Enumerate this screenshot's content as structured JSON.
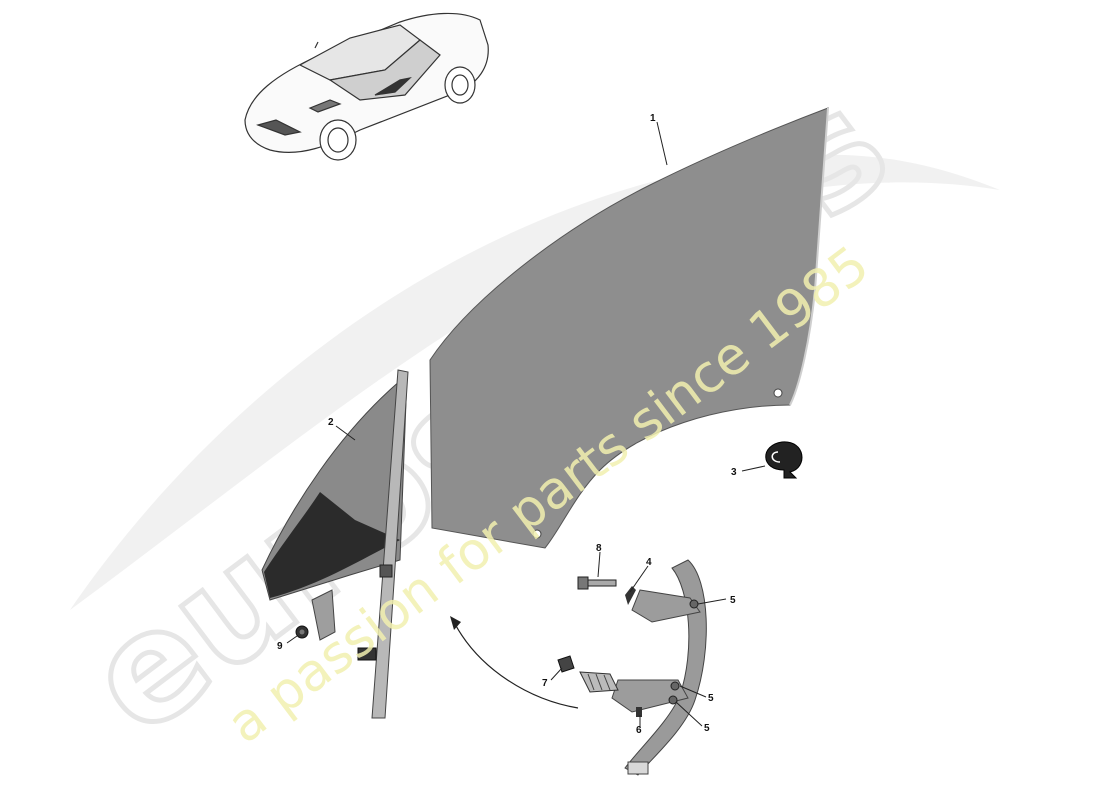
{
  "watermark": {
    "brand": "eurospares",
    "tagline": "a passion for parts since 1985"
  },
  "callouts": [
    {
      "id": "1",
      "label": "1"
    },
    {
      "id": "2",
      "label": "2"
    },
    {
      "id": "3",
      "label": "3"
    },
    {
      "id": "4",
      "label": "4"
    },
    {
      "id": "5a",
      "label": "5"
    },
    {
      "id": "5b",
      "label": "5"
    },
    {
      "id": "5c",
      "label": "5"
    },
    {
      "id": "6",
      "label": "6"
    },
    {
      "id": "7",
      "label": "7"
    },
    {
      "id": "8",
      "label": "8"
    },
    {
      "id": "9",
      "label": "9"
    }
  ],
  "colors": {
    "glass": "#8e8e8e",
    "glass_dark": "#2b2b2b",
    "bracket": "#9a9a9a",
    "line": "#222222"
  }
}
